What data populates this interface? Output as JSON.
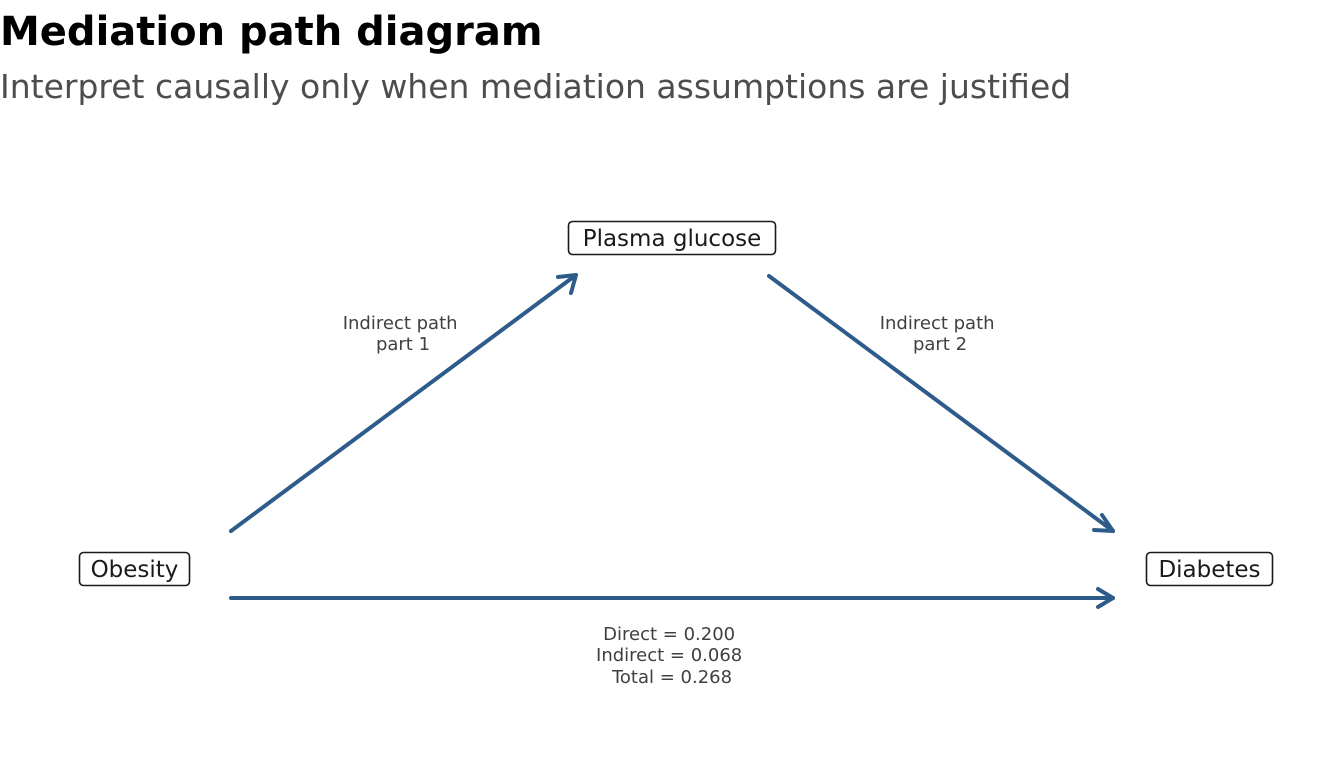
{
  "title": "Mediation path diagram",
  "subtitle": "Interpret causally only when mediation assumptions are justified",
  "colors": {
    "edge": "#2e5c8a",
    "node_border": "#1a1a1a",
    "title": "#000000",
    "subtitle": "#4d4d4d",
    "edge_label": "#404040"
  },
  "nodes": {
    "exposure": "Obesity",
    "mediator": "Plasma glucose",
    "outcome": "Diabetes"
  },
  "edges": {
    "path_a": {
      "line1": "Indirect path",
      "line2": "part 1"
    },
    "path_b": {
      "line1": "Indirect path",
      "line2": "part 2"
    },
    "direct": {
      "line1": "Direct = 0.200",
      "line2": "Indirect = 0.068",
      "line3": "Total = 0.268"
    }
  },
  "effects": {
    "direct": 0.2,
    "indirect": 0.068,
    "total": 0.268
  }
}
